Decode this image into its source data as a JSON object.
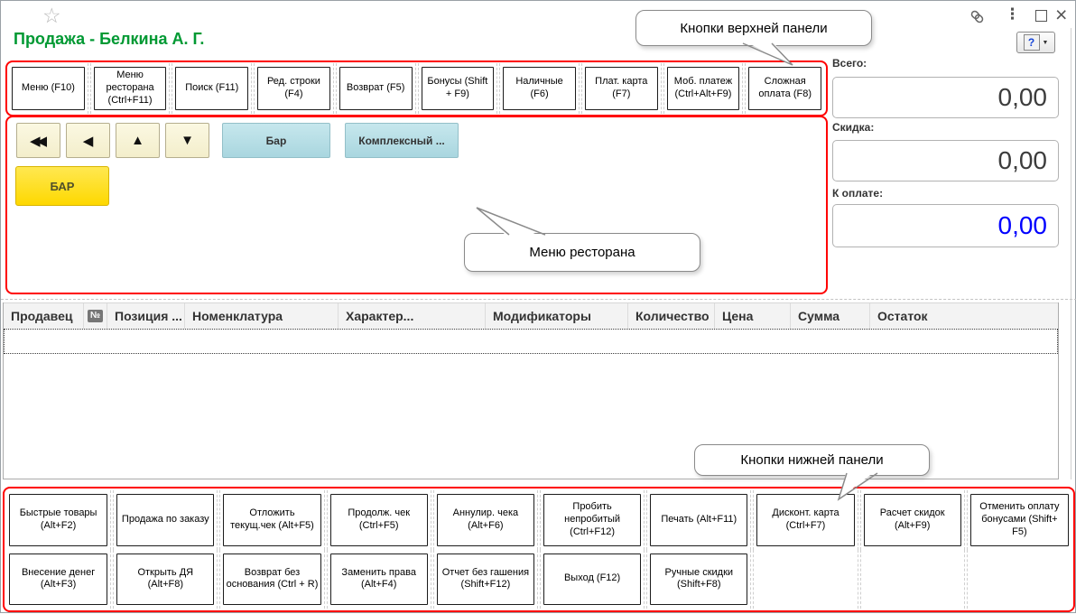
{
  "titlebar": {
    "favorite_icon": "☆",
    "menu_icon": "⋮",
    "close_icon": "×",
    "help_icon": "?",
    "help_caret": "▼"
  },
  "header": {
    "title": "Продажа - Белкина А. Г.",
    "title_color": "#009933"
  },
  "callouts": {
    "top_panel": "Кнопки верхней панели",
    "restaurant_menu": "Меню ресторана",
    "bottom_panel": "Кнопки нижней панели"
  },
  "top_panel": {
    "buttons": [
      "Меню (F10)",
      "Меню ресторана (Ctrl+F11)",
      "Поиск (F11)",
      "Ред. строки (F4)",
      "Возврат (F5)",
      "Бонусы (Shift + F9)",
      "Наличные (F6)",
      "Плат. карта (F7)",
      "Моб. платеж (Ctrl+Alt+F9)",
      "Сложная оплата (F8)"
    ]
  },
  "menu_panel": {
    "nav_buttons": [
      {
        "name": "fast-backward",
        "glyph": "◀◀"
      },
      {
        "name": "backward",
        "glyph": "◀"
      },
      {
        "name": "up",
        "glyph": "▲"
      },
      {
        "name": "down",
        "glyph": "▼"
      }
    ],
    "category_buttons": [
      "Бар",
      "Комплексный ..."
    ],
    "quick_item": "БАР"
  },
  "totals": {
    "items": [
      {
        "label": "Всего:",
        "value": "0,00"
      },
      {
        "label": "Скидка:",
        "value": "0,00"
      },
      {
        "label": "К оплате:",
        "value": "0,00"
      }
    ],
    "payable_color": "#0000ff"
  },
  "table": {
    "columns": [
      "Продавец",
      "№",
      "Позиция ...",
      "Номенклатура",
      "Характер...",
      "Модификаторы",
      "Количество",
      "Цена",
      "Сумма",
      "Остаток"
    ],
    "rows": []
  },
  "bottom_panel": {
    "row1": [
      "Быстрые товары (Alt+F2)",
      "Продажа по заказу",
      "Отложить текущ.чек (Alt+F5)",
      "Продолж. чек (Ctrl+F5)",
      "Аннулир. чека (Alt+F6)",
      "Пробить непробитый (Ctrl+F12)",
      "Печать (Alt+F11)",
      "Дисконт. карта (Ctrl+F7)",
      "Расчет скидок (Alt+F9)",
      "Отменить оплату бонусами (Shift+ F5)"
    ],
    "row2": [
      "Внесение денег (Alt+F3)",
      "Открыть ДЯ (Alt+F8)",
      "Возврат без основания (Ctrl + R)",
      "Заменить права (Alt+F4)",
      "Отчет без гашения (Shift+F12)",
      "Выход (F12)",
      "Ручные скидки (Shift+F8)"
    ]
  },
  "colors": {
    "highlight_border": "#ff0000",
    "accent_yellow": "#fed800",
    "accent_blue": "#b3dce4",
    "accent_cream": "#f7f3d8"
  }
}
